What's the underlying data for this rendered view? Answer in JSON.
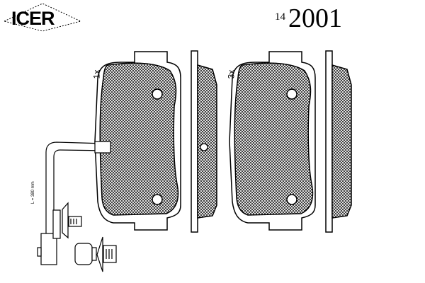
{
  "brand": {
    "logo_text": "ICER"
  },
  "part_number": {
    "prefix": "14",
    "number": "2001"
  },
  "pads": [
    {
      "quantity_label": "1x"
    },
    {
      "quantity_label": "3x"
    }
  ],
  "sensor": {
    "length_label": "L = 380 mm"
  }
}
